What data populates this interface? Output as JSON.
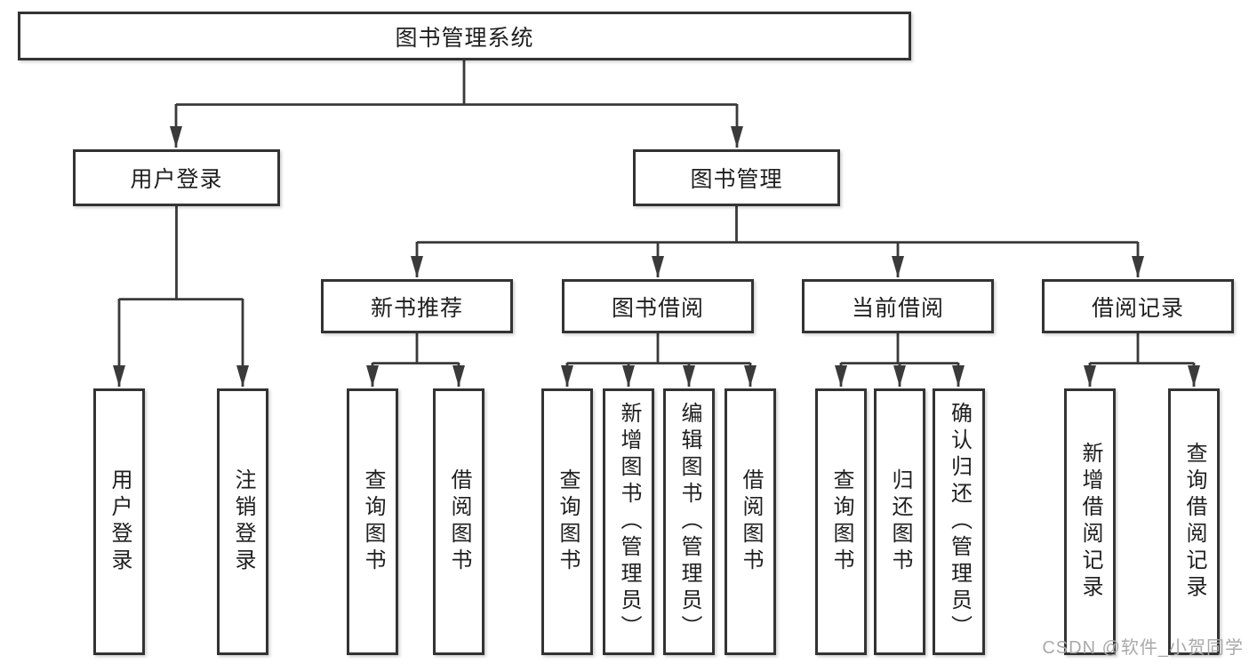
{
  "page": {
    "watermark": "CSDN @软件_小贺同学",
    "colors": {
      "line": "#3a3a3a",
      "box_border": "#333333",
      "box_background": "#ffffff",
      "text": "#1f1f1f",
      "watermark": "#a9a9a9",
      "background": "#ffffff"
    }
  },
  "tree": {
    "root": "图书管理系统",
    "level2": [
      "用户登录",
      "图书管理"
    ],
    "level3": [
      "新书推荐",
      "图书借阅",
      "当前借阅",
      "借阅记录"
    ],
    "leaves": {
      "user_login": [
        "用户登录",
        "注销登录"
      ],
      "new_book_recommend": [
        "查询图书",
        "借阅图书"
      ],
      "book_borrow": [
        "查询图书",
        "新增图书（管理员）",
        "编辑图书（管理员）",
        "借阅图书"
      ],
      "current_borrow": [
        "查询图书",
        "归还图书",
        "确认归还（管理员）"
      ],
      "borrow_record": [
        "新增借阅记录",
        "查询借阅记录"
      ]
    }
  }
}
